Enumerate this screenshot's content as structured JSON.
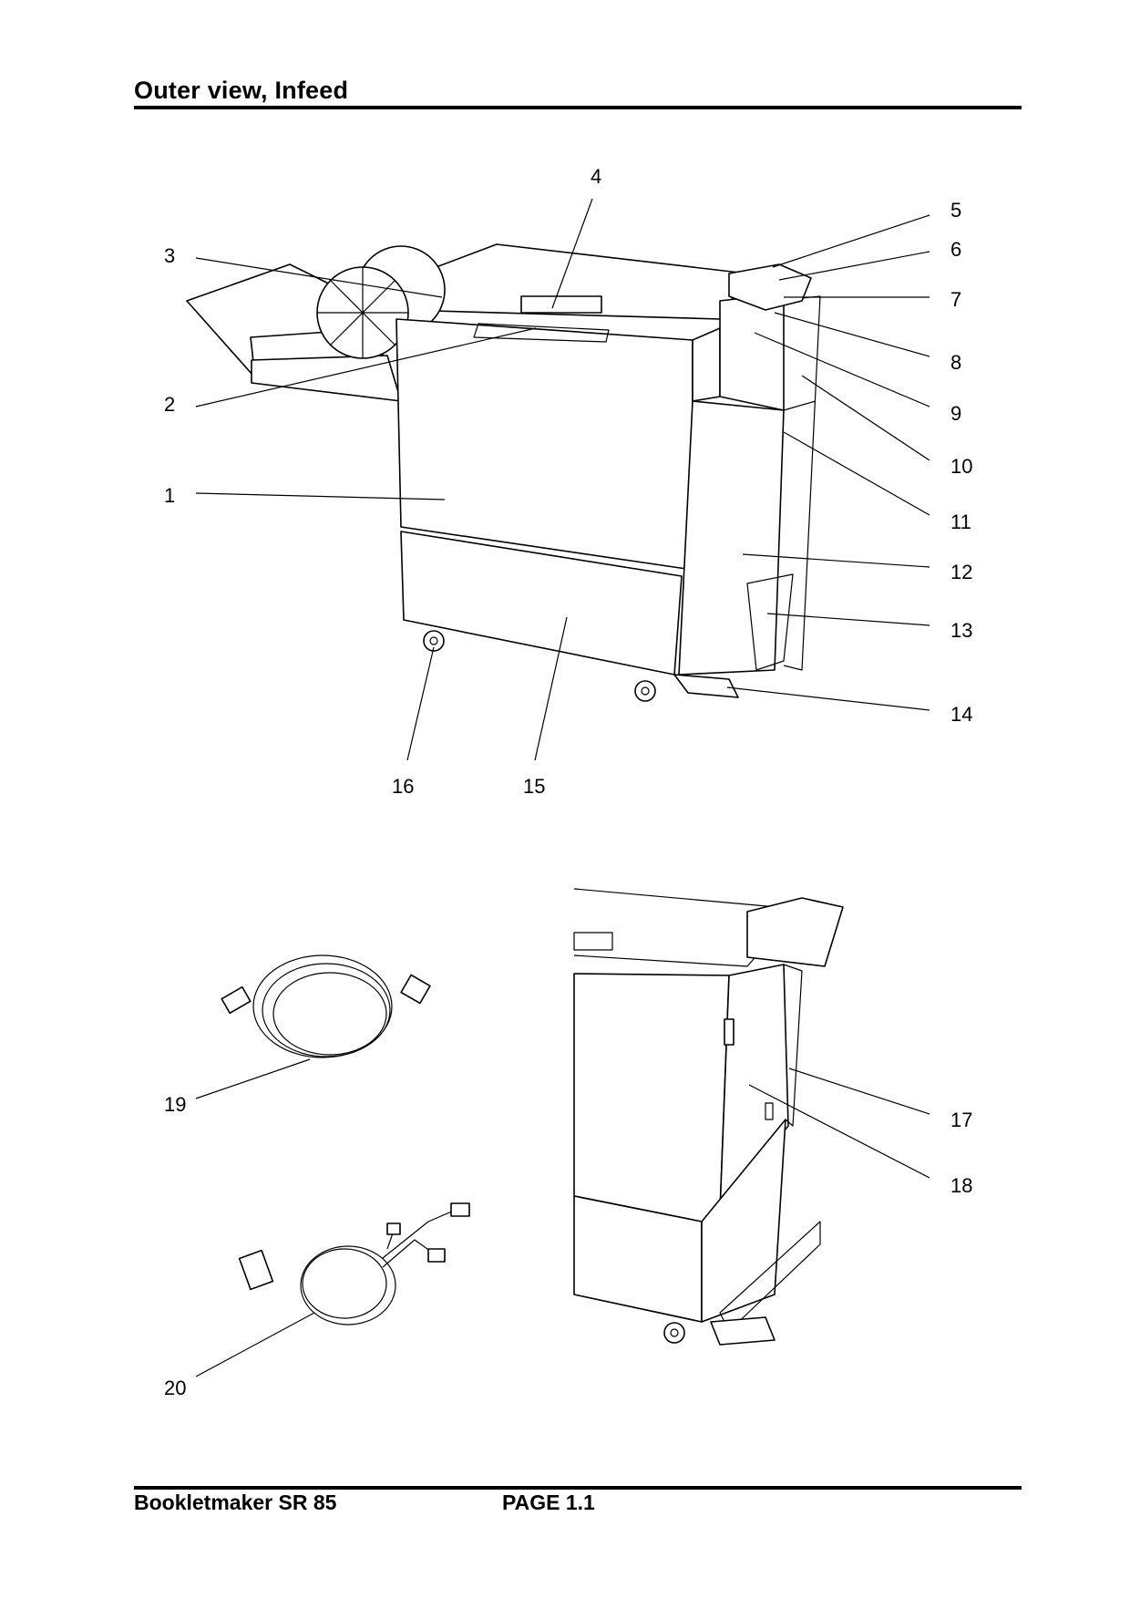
{
  "header": {
    "title": "Outer view, Infeed"
  },
  "footer": {
    "product": "Bookletmaker SR 85",
    "page": "PAGE  1.1"
  },
  "callouts": {
    "c1": "1",
    "c2": "2",
    "c3": "3",
    "c4": "4",
    "c5": "5",
    "c6": "6",
    "c7": "7",
    "c8": "8",
    "c9": "9",
    "c10": "10",
    "c11": "11",
    "c12": "12",
    "c13": "13",
    "c14": "14",
    "c15": "15",
    "c16": "16",
    "c17": "17",
    "c18": "18",
    "c19": "19",
    "c20": "20"
  }
}
